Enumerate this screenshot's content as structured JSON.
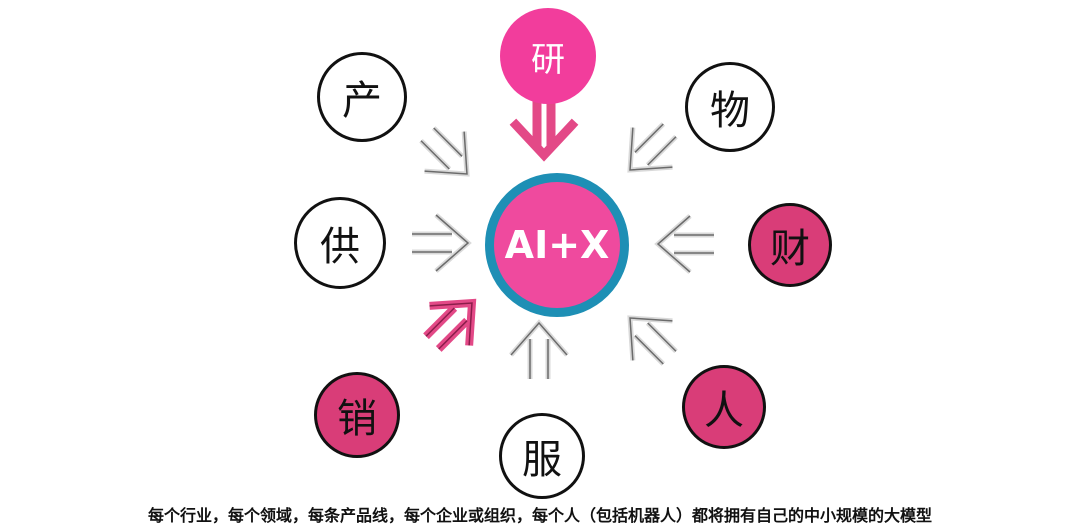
{
  "diagram": {
    "center_label": "AI+X",
    "nodes": {
      "yan": "研",
      "chan": "产",
      "wu": "物",
      "gong": "供",
      "cai": "财",
      "xiao": "销",
      "fu": "服",
      "ren": "人"
    }
  },
  "caption": "每个行业，每个领域，每条产品线，每个企业或组织，每个人（包括机器人）都将拥有自己的中小规模的大模型",
  "colors": {
    "center_fill": "#ef4a9e",
    "center_ring": "#1e8fb5",
    "highlight_node": "#f23d9c",
    "accent_node": "#d93d78",
    "highlight_arrow": "#e34987",
    "plain_arrow": "#d9d9d9"
  }
}
